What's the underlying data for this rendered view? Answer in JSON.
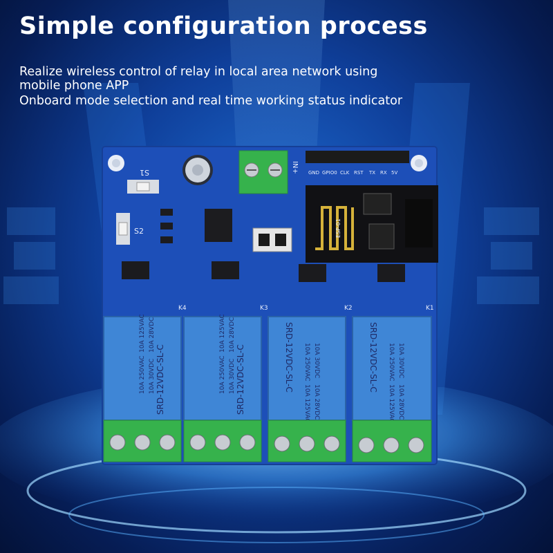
{
  "headline": "Simple configuration process",
  "description": [
    "Realize wireless control of relay in local area network using",
    "mobile phone APP",
    "Onboard mode selection and real time working status indicator"
  ],
  "board": {
    "button_labels": [
      "S1",
      "S2"
    ],
    "power_label": "IN+",
    "wifi_module_label": "ESP-01",
    "header_pins": [
      "GND",
      "GPIO0",
      "CLK",
      "RST",
      "TX",
      "RX",
      "5V"
    ],
    "relay_labels": [
      "K4",
      "K3",
      "K2",
      "K1"
    ],
    "relay_model": "SRD-12VDC-SL-C",
    "relay_ratings": [
      "10A 250VAC",
      "10A 125VAC",
      "10A 30VDC",
      "10A 28VDC"
    ]
  },
  "colors": {
    "background": "#0f3f9a",
    "pcb": "#1d4fb8",
    "relay": "#3f86d6",
    "terminal": "#36b24c"
  }
}
